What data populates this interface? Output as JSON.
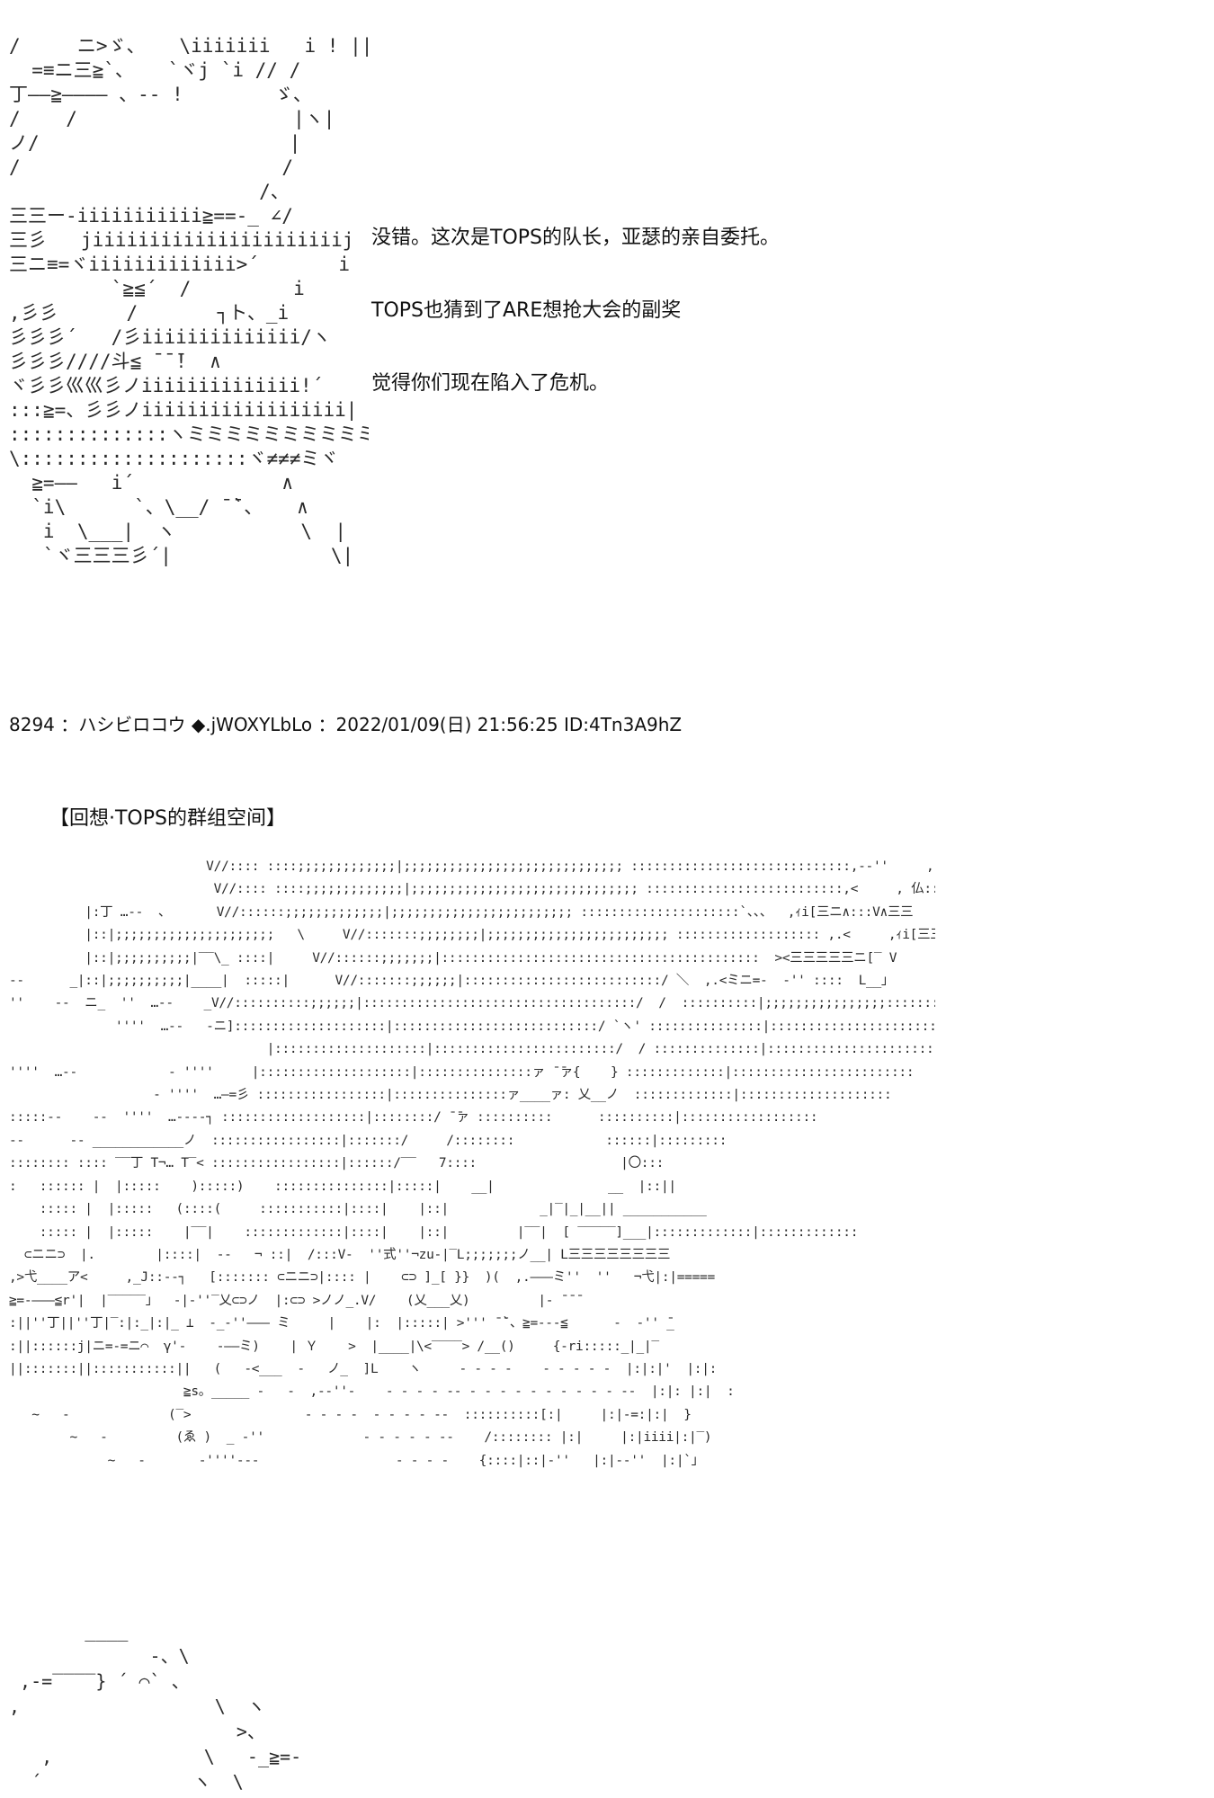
{
  "art": {
    "top": "/     ニ>ゞ、   \\iiiiiii   i ! ||   |\n  =≡ニ三≧`、   `ヾj `i // /\n丁――≧―――― 、‐‐ !        ゞ、\n/    /                   |ヽ|\nノ/                      |\n/                       /\n                      /、\n三三ー-iiiiiiiiiii≧==-_ ∠/\n三彡   jiiiiiiiiiiiiiiiiiiiiiij  `iゞ\n三ニ≡=ヾiiiiiiiiiiiii>´       i\n         `≧≦´  /         i\n,彡彡      /       ┐ト、_i\n彡彡彡´   /彡iiiiiiiiiiiiii/ヽ\n彡彡彡////斗≦ ̄ ̄ ̄!  ∧\nヾ彡彡巛巛彡ノiiiiiiiiiiiiii!´    i\n:::≧=、彡彡ノiiiiiiiiiiiiiiiiii|     i\n::::::::::::::ヽミミミミミミミミミミ      i\n\\::::::::::::::::::::ヾ≠≠≠ミヾ    /∧\n  ≧=――   i´             ∧\n  `i\\      `、\\__/ ̄ ̄`、   ∧\n   i  \\___|  ヽ           \\  |\n   `ヾ三三三彡´|              \\|",
    "middle": "                          V//:::: ::::;;;;;;;;;;;;;|;;;;;;;;;;;;;;;;;;;;;;;;;;;;; :::::::::::::::::::::::::::::,-‐''     ,-+''∧三三三\n                           V//:::: ::::;;;;;;;;;;;;;|;;;;;;;;;;;;;;;;;;;;;;;;;;;;;; ::::::::::::::::::::::::::,<     , 仏::::V∧三三\n          |:丁 …-‐  、      V//::::::;;;;;;;;;;;;;|;;;;;;;;;;;;;;;;;;;;;;;; :::::::::::::::::::::`、、、  ,ｨi[三ニ∧:::V∧三三\n          |::|;;;;;;;;;;;;;;;;;;;;;   \\     V//:::::::;;;;;;;;|;;;;;;;;;;;;;;;;;;;;;;;; ::::::::::::::::::: ,.<     ,ｨi[三三三ニ∧:::V∧三\n          |::|;;;;;;;;;;|‾‾\\_ ::::|     V//::::::;;;;;;;|::::::::::::::::::::::::::::::::::::::::::  ><三三三三三ニ[‾ V\n‐‐      _|::|;;;;;;;;;;|____|  :::::|      V//:::::::;;;;;;|::::::::::::::::::::::::::/ ＼  ,.<ミニ=-  ‐'' ::::  L__」\n''    ‐‐  ニ_  ''  …‐‐    _V//::::::::::;;;;;;|::::::::::::::::::::::::::::::::::::/  /  ::::::::::|;;;;;;;;;;;;;;;;::::::::::::::::::::::\n              ''''  …‐‐   ‐ニ]::::::::::::::::::::|:::::::::::::::::::::::::::/ `ヽ' :::::::::::::::|:::::::::::::::::::::::::::::::::::::\n                                  |::::::::::::::::::::|::::::::::::::::::::::::/  / ::::::::::::::|:::::::::::::::::::::::::::::::::::\n''''  …‐‐            ‐ ''''     |::::::::::::::::::::|:::::::::::::::ァ ̄ ̄ァ{    } :::::::::::::|::::::::::::::::::::::::\n                   ‐ ''''  …―=彡 :::::::::::::::::|:::::::::::::::ァ____ァ: 乂__ノ  :::::::::::::|::::::::::::::::::::\n:::::‐‐    ‐‐  ''''  …‐‐‐‐┐ :::::::::::::::::::|::::::::/ ̄ ̄ァ ::::::::::      ::::::::::|::::::::::::::::::\n‐‐      ‐‐ ____________ノ  :::::::::::::::::|:::::::/     /::::::::            ::::::|:::::::::\n:::::::: :::: ‾‾丁 T¬… T‾< :::::::::::::::::|::::::/‾‾   7::::                   |〇:::\n:   :::::: |  |:::::    ):::::)    :::::::::::::::|:::::|    __|               __  |::||\n    ::::: |  |:::::   (::::(     :::::::::::|::::|    |::|            _|‾|_|__|| ___________\n    ::::: |  |:::::    |‾‾|    :::::::::::::|::::|    |::|         |‾‾|  [ ‾‾‾‾‾]___|:::::::::::::|:::::::::::::\n  ⊂ニニ⊃  |.        |::::|  ‐‐   ¬ ::|  /:::V‐  ''式''¬zu‐|‾L;;;;;;;ノ__| L三三三三三三三三\n,>弋____ア<     ,_J::‐-┐   [::::::: ⊂ニニ⊃|:::: |    ⊂⊃ ]_[ }}  )(  ,.―――ミ''  ''   ¬弋|:|=====\n≧=-―――≦r'|  |‾‾‾‾‾」  ‐|‐''‾乂⊂⊃ノ  |:⊂⊃ >ノノ_.V/    (乂___乂)         |‐ ̄ ̄ ̄\n:||''丁||''丁|‾:|:_|:|_ ⊥  ‐_‐''――― ミ     |    |:  |:::::| >''' ̄ ̄`、≧=‐‐‐≦      ‐  ‐'' ̄_\n:||::::::j|ニ=‐=ニ⌒  γ'‐    ‐――ミ)    | Ｙ    >  |____|\\<‾‾‾‾> /__()     {‐ri:::::_|_|‾\n||:::::::||:::::::::::||   (   ‐<___  -   ノ_  ]L    ヽ     ‐ ‐ ‐ ‐    ‐ ‐ ‐ ‐ ‐  |:|:|'  |:|:\n                       ≧s。_____ ‐   ‐  ,‐‐''‐    ‐ ‐ ‐ ‐ ‐‐ ‐ ‐ ‐ ‐ ‐ ‐ ‐ ‐ ‐ ‐ ‐‐  |:|: |:|  :\n   ~   ‐             (‾>               ‐ ‐ ‐ ‐  ‐ ‐ ‐ ‐ ‐‐  ::::::::::[:|     |:|‐=:|:|  }\n        ~   ‐         (ゑ )  _ ‐''             ‐ ‐ ‐ ‐ ‐ ‐‐    /:::::::: |:|     |:|iiii|:|‾)\n             ~   ‐       ‐''''‐‐‐                  ‐ ‐ ‐ ‐    {::::|::|‐''   |:|‐‐''  |:|`」",
    "bottom": "       ____\n             ‐、\\\n ,‐=‾‾‾‾} ´ ⌒` 、\n,                  \\  ヽ\n                     >、\n   ,              \\   ‐_≧=‐\n  ´              ヽ  \\\n      /           ヽ\\  ヽ   。\n   /              }  /\\  `、  }"
  },
  "dialogue": [
    "没错。这次是TOPS的队长，亚瑟的亲自委托。",
    "TOPS也猜到了ARE想抢大会的副奖",
    "觉得你们现在陷入了危机。"
  ],
  "post_header": {
    "number": "8294",
    "name": "ハシビロコウ",
    "trip": "◆.jWOXYLbLo",
    "datetime": "2022/01/09(日) 21:56:25",
    "id": "ID:4Tn3A9hZ"
  },
  "scene_title": "【回想·TOPS的群组空间】"
}
